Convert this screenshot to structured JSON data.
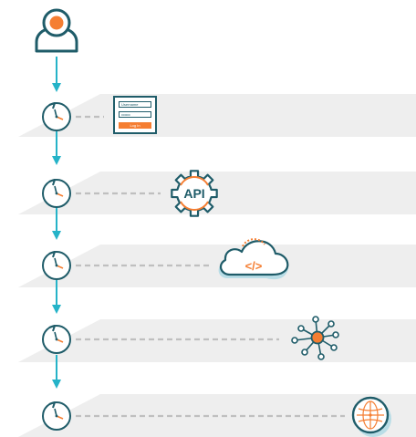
{
  "colors": {
    "teal_dark": "#1f5c69",
    "teal_arrow": "#25b3c8",
    "orange": "#f57e32",
    "plane": "#eeeeee",
    "plane_edge": "#e6e6e6",
    "dash": "#bfbfbf",
    "cloud_fill": "#b9dde6"
  },
  "icons": {
    "user": "user-icon",
    "clock": "clock-icon",
    "api": "api-gear-icon",
    "cloud": "cloud-code-icon",
    "network": "network-hub-icon",
    "globe": "globe-icon"
  },
  "login": {
    "username_label": "Username",
    "password_mask": "••••••••",
    "button_label": "Log In"
  },
  "api_label": "API",
  "code_label": "</>"
}
